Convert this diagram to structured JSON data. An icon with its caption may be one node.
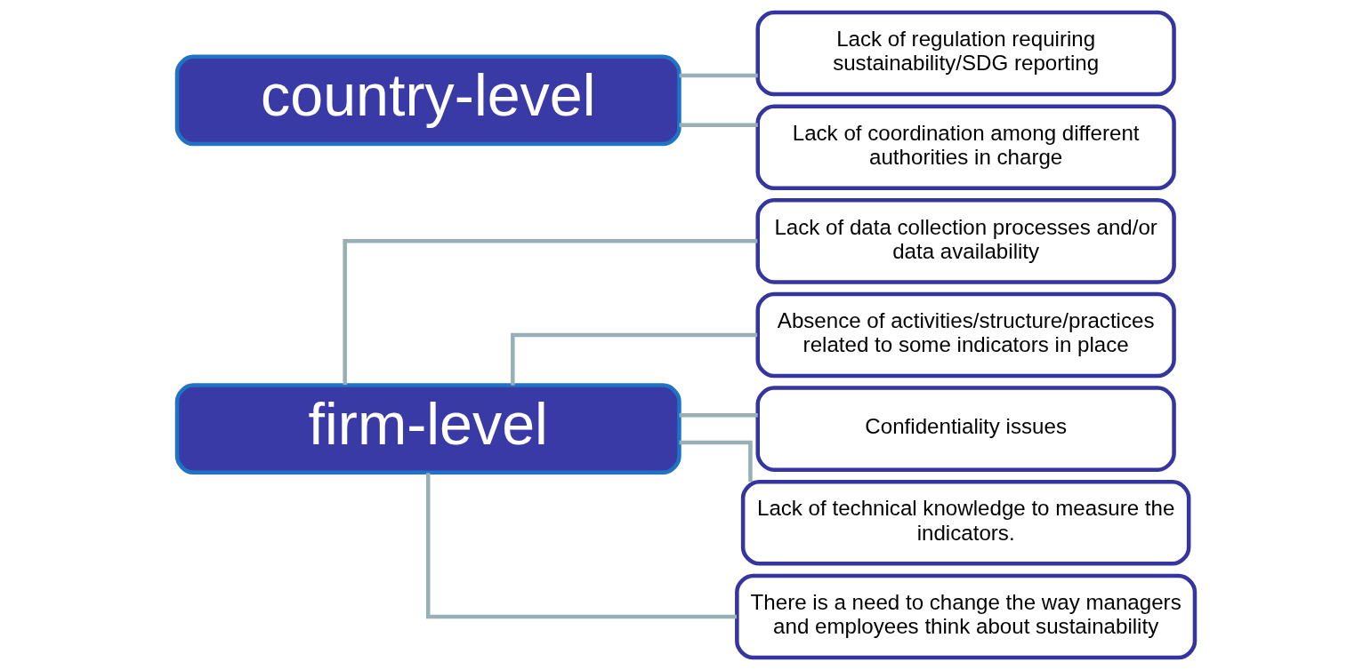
{
  "diagram": {
    "nodes": [
      {
        "text": [
          "firm-level"
        ]
      },
      {
        "text": [
          "Lack of data collection processes and/or data availability"
        ]
      },
      {
        "text": [
          "Absence of activities/structure/practices related to some indicators in place"
        ]
      },
      {
        "text": [
          "Confidentiality issues"
        ]
      },
      {
        "text": [
          "Lack of technical knowledge to measure the indicators."
        ]
      },
      {
        "text": [
          "There is a need to change the way managers and employees think about sustainability"
        ]
      },
      {
        "text": [
          "country-level"
        ]
      },
      {
        "text": [
          "Lack of regulation requiring sustainability/SDG reporting"
        ]
      },
      {
        "text": [
          "Lack of coordination among different authorities in charge"
        ]
      }
    ],
    "edges": [
      {
        "from": 0,
        "to": 1,
        "arrow": "none"
      },
      {
        "from": 0,
        "to": 2,
        "arrow": "none"
      },
      {
        "from": 0,
        "to": 3,
        "arrow": "none"
      },
      {
        "from": 0,
        "to": 4,
        "arrow": "none"
      },
      {
        "from": 0,
        "to": 5,
        "arrow": "none"
      },
      {
        "from": 6,
        "to": 7,
        "arrow": "none"
      },
      {
        "from": 6,
        "to": 8,
        "arrow": "none"
      }
    ]
  }
}
